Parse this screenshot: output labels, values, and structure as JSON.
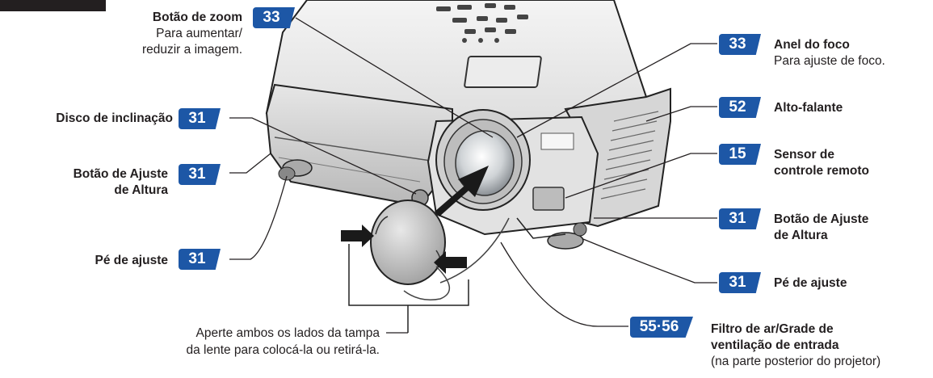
{
  "labels": {
    "zoom": {
      "title": "Botão de zoom",
      "desc1": "Para aumentar/",
      "desc2": "reduzir a imagem.",
      "page": "33"
    },
    "tilt": {
      "title": "Disco de inclinação",
      "page": "31"
    },
    "height_left": {
      "title1": "Botão de Ajuste",
      "title2": "de Altura",
      "page": "31"
    },
    "foot_left": {
      "title": "Pé de ajuste",
      "page": "31"
    },
    "focus": {
      "title": "Anel do foco",
      "desc": "Para ajuste de foco.",
      "page": "33"
    },
    "speaker": {
      "title": "Alto-falante",
      "page": "52"
    },
    "sensor": {
      "title1": "Sensor de",
      "title2": "controle remoto",
      "page": "15"
    },
    "height_right": {
      "title1": "Botão de Ajuste",
      "title2": "de Altura",
      "page": "31"
    },
    "foot_right": {
      "title": "Pé de ajuste",
      "page": "31"
    },
    "filter": {
      "title1": "Filtro de ar/Grade de",
      "title2": "ventilação de entrada",
      "desc": "(na parte posterior do projetor)",
      "page": "55·56"
    }
  },
  "lens_cap_note": {
    "line1": "Aperte ambos os lados da tampa",
    "line2": "da lente para colocá-la ou retirá-la."
  },
  "colors": {
    "badge": "#1d57a6",
    "text": "#231f20"
  }
}
